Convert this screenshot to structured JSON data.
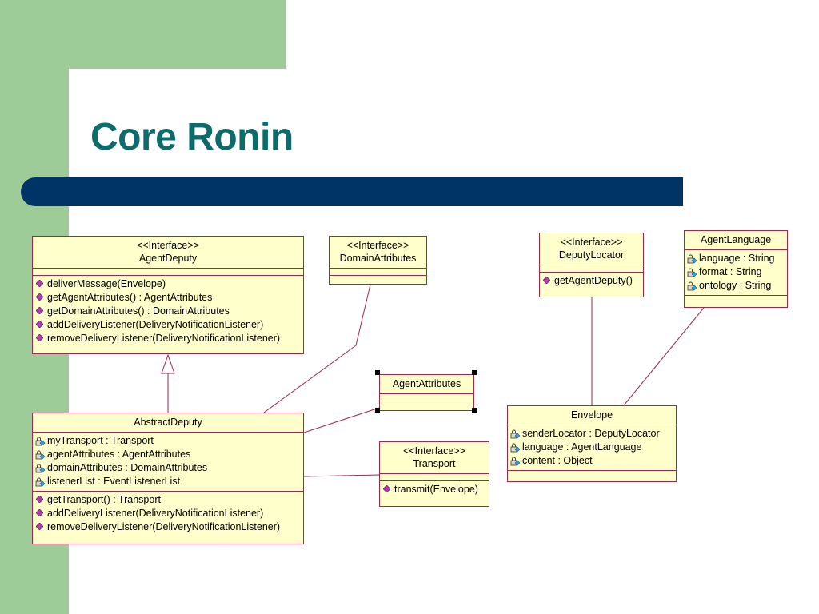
{
  "slide": {
    "title": "Core Ronin"
  },
  "colors": {
    "green": "#9ecc99",
    "blue_bar": "#003466",
    "title": "#0e6b6b",
    "class_fill": "#ffffcc",
    "class_border": "#9c2a4c"
  },
  "diagram": {
    "agent_deputy": {
      "stereotype": "<<Interface>>",
      "name": "AgentDeputy",
      "operations": [
        "deliverMessage(Envelope)",
        "getAgentAttributes() : AgentAttributes",
        "getDomainAttributes() : DomainAttributes",
        "addDeliveryListener(DeliveryNotificationListener)",
        "removeDeliveryListener(DeliveryNotificationListener)"
      ]
    },
    "domain_attributes": {
      "stereotype": "<<Interface>>",
      "name": "DomainAttributes"
    },
    "deputy_locator": {
      "stereotype": "<<Interface>>",
      "name": "DeputyLocator",
      "operations": [
        "getAgentDeputy()"
      ]
    },
    "agent_language": {
      "name": "AgentLanguage",
      "attributes": [
        "language : String",
        "format : String",
        "ontology : String"
      ]
    },
    "agent_attributes": {
      "name": "AgentAttributes"
    },
    "abstract_deputy": {
      "name": "AbstractDeputy",
      "attributes": [
        "myTransport : Transport",
        "agentAttributes : AgentAttributes",
        "domainAttributes : DomainAttributes",
        "listenerList : EventListenerList"
      ],
      "operations": [
        "getTransport() : Transport",
        "addDeliveryListener(DeliveryNotificationListener)",
        "removeDeliveryListener(DeliveryNotificationListener)"
      ]
    },
    "transport": {
      "stereotype": "<<Interface>>",
      "name": "Transport",
      "operations": [
        "transmit(Envelope)"
      ]
    },
    "envelope": {
      "name": "Envelope",
      "attributes": [
        "senderLocator : DeputyLocator",
        "language : AgentLanguage",
        "content : Object"
      ]
    }
  }
}
